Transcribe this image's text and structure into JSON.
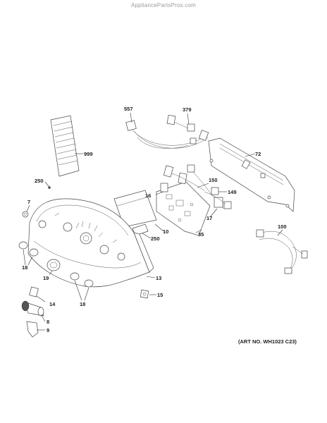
{
  "watermark": "AppliancePartsPros.com",
  "art_number": "(ART NO. WH1023 C23)",
  "callouts": {
    "c557": "557",
    "c379": "379",
    "c72": "72",
    "c999": "999",
    "c250a": "250",
    "c7": "7",
    "c16": "16",
    "c150": "150",
    "c149": "149",
    "c17": "17",
    "c100": "100",
    "c10": "10",
    "c35": "35",
    "c250b": "250",
    "c18a": "18",
    "c19": "19",
    "c13": "13",
    "c18b": "18",
    "c14": "14",
    "c15": "15",
    "c8": "8",
    "c9": "9"
  }
}
